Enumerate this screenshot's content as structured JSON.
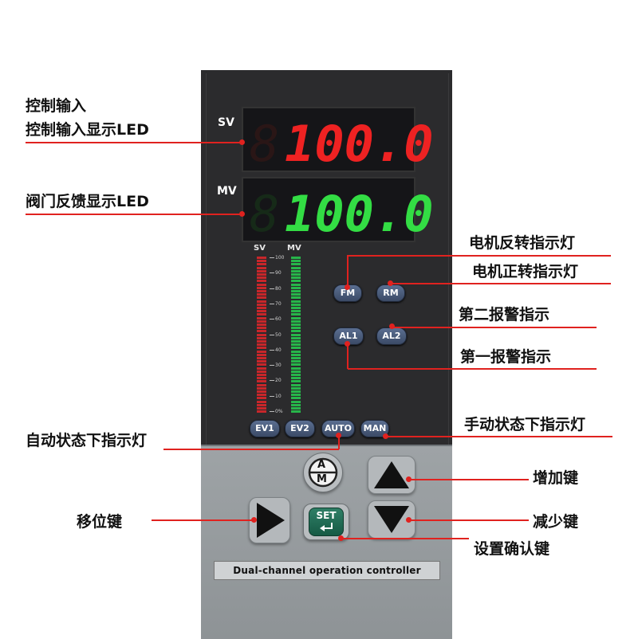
{
  "display": {
    "sv_label": "SV",
    "mv_label": "MV",
    "sv_value": "100.0",
    "mv_value": "100.0",
    "sv_color": "#ee2222",
    "mv_color": "#33dd44"
  },
  "bargraph": {
    "sv_label": "SV",
    "mv_label": "MV",
    "ticks": [
      "100",
      "90",
      "80",
      "70",
      "60",
      "50",
      "40",
      "30",
      "20",
      "10",
      "0%"
    ],
    "sv_color": "#c8262a",
    "mv_color": "#27b54a"
  },
  "indicators": {
    "fm": "FM",
    "rm": "RM",
    "al1": "AL1",
    "al2": "AL2",
    "ev1": "EV1",
    "ev2": "EV2",
    "auto": "AUTO",
    "man": "MAN"
  },
  "keys": {
    "am_top": "A",
    "am_bottom": "M",
    "set": "SET"
  },
  "device_label": "Dual-channel operation controller",
  "callouts": {
    "control_input": "控制输入",
    "control_input_led": "控制输入显示LED",
    "valve_feedback_led": "阀门反馈显示LED",
    "motor_reverse": "电机反转指示灯",
    "motor_forward": "电机正转指示灯",
    "alarm_two": "第二报警指示",
    "alarm_one": "第一报警指示",
    "auto_indicator": "自动状态下指示灯",
    "manual_indicator": "手动状态下指示灯",
    "increase_key": "增加键",
    "shift_key": "移位键",
    "decrease_key": "减少键",
    "set_confirm_key": "设置确认键"
  },
  "accent": "#e0221f"
}
